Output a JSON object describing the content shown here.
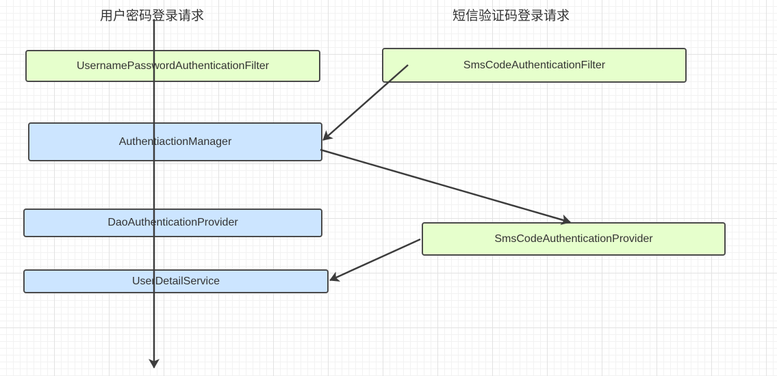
{
  "headers": {
    "left": "用户密码登录请求",
    "right": "短信验证码登录请求"
  },
  "nodes": {
    "username_filter": "UsernamePasswordAuthenticationFilter",
    "sms_filter": "SmsCodeAuthenticationFilter",
    "auth_manager": "AuthentiactionManager",
    "dao_provider": "DaoAuthenticationProvider",
    "sms_provider": "SmsCodeAuthenticationProvider",
    "user_detail_service": "UserDetailService"
  },
  "colors": {
    "filter_fill": "#e6ffcc",
    "manager_fill": "#cce5ff",
    "stroke": "#4a4a4a",
    "arrow": "#3c3c3c"
  }
}
